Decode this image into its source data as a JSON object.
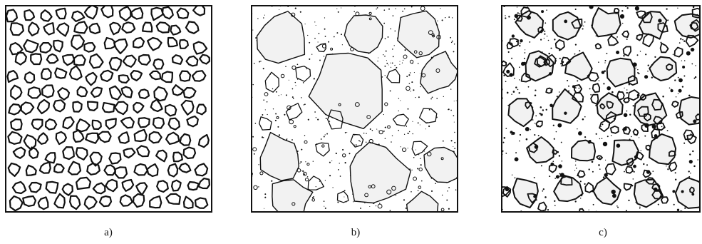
{
  "figure": {
    "panels": [
      {
        "label": "a)",
        "content": "uniform-grain-packing"
      },
      {
        "label": "b)",
        "content": "large-grains-in-fine-matrix"
      },
      {
        "label": "c)",
        "content": "well-graded-dense-packing"
      }
    ],
    "colors": {
      "ink": "#111111",
      "grain_fill": "#f2f2f2",
      "background": "#ffffff"
    }
  }
}
